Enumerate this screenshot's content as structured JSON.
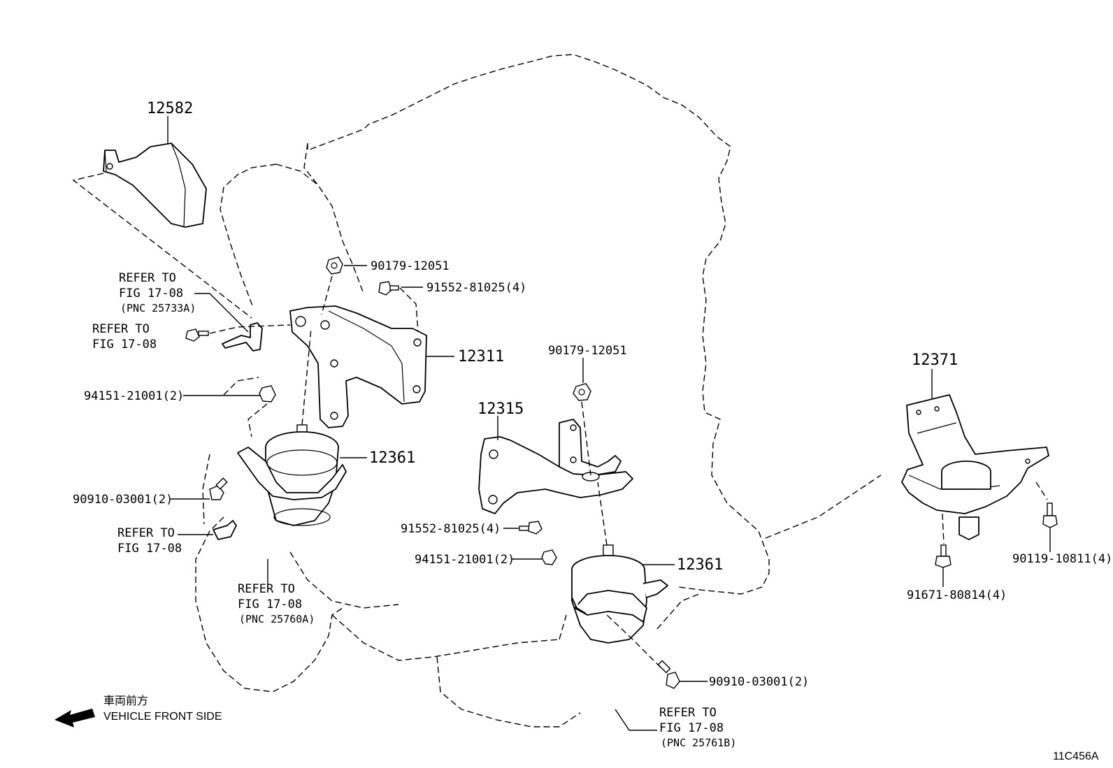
{
  "parts": {
    "p12582": "12582",
    "p12311": "12311",
    "p12361_left": "12361",
    "p12361_right": "12361",
    "p12315": "12315",
    "p12371": "12371",
    "p90179_top": "90179-12051",
    "p90179_mid": "90179-12051",
    "p91552_top": "91552-81025(4)",
    "p91552_mid": "91552-81025(4)",
    "p94151_left": "94151-21001(2)",
    "p94151_mid": "94151-21001(2)",
    "p90910_left": "90910-03001(2)",
    "p90910_right": "90910-03001(2)",
    "p90119": "90119-10811(4)",
    "p91671": "91671-80814(4)"
  },
  "refers": {
    "r1": {
      "line1": "REFER TO",
      "line2": "FIG 17-08",
      "line3": "(PNC 25733A)"
    },
    "r2": {
      "line1": "REFER TO",
      "line2": "FIG 17-08"
    },
    "r3": {
      "line1": "REFER TO",
      "line2": "FIG 17-08"
    },
    "r4": {
      "line1": "REFER TO",
      "line2": "FIG 17-08",
      "line3": "(PNC 25760A)"
    },
    "r5": {
      "line1": "REFER TO",
      "line2": "FIG 17-08",
      "line3": "(PNC 25761B)"
    }
  },
  "legend": {
    "japanese": "車両前方",
    "english": "VEHICLE FRONT SIDE"
  },
  "figure_code": "11C456A"
}
